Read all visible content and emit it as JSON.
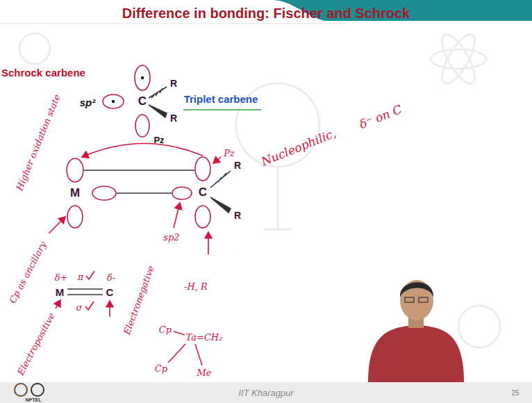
{
  "diagram": {
    "title": "Difference in bonding: Fischer and Schrock",
    "nodes": [
      {
        "text": [
          "NPTEL",
          "IIT Kharagpur",
          "25"
        ]
      }
    ],
    "labels": [
      "Schrock carbene",
      "sp²",
      "C",
      "R",
      "R",
      "Pz",
      "Triplet carbene",
      "Higher oxidation state",
      "Pz",
      "M",
      "C",
      "R",
      "R",
      "sp2",
      "Nucleophilic,",
      "δ⁻ on C",
      "Cp as ancillary",
      "δ+",
      "π",
      "M",
      "C",
      "σ",
      "δ-",
      "Electropositive",
      "Electronegative",
      "-H, R",
      "Cp",
      "Ta=CH₂",
      "Cp",
      "Me"
    ]
  }
}
